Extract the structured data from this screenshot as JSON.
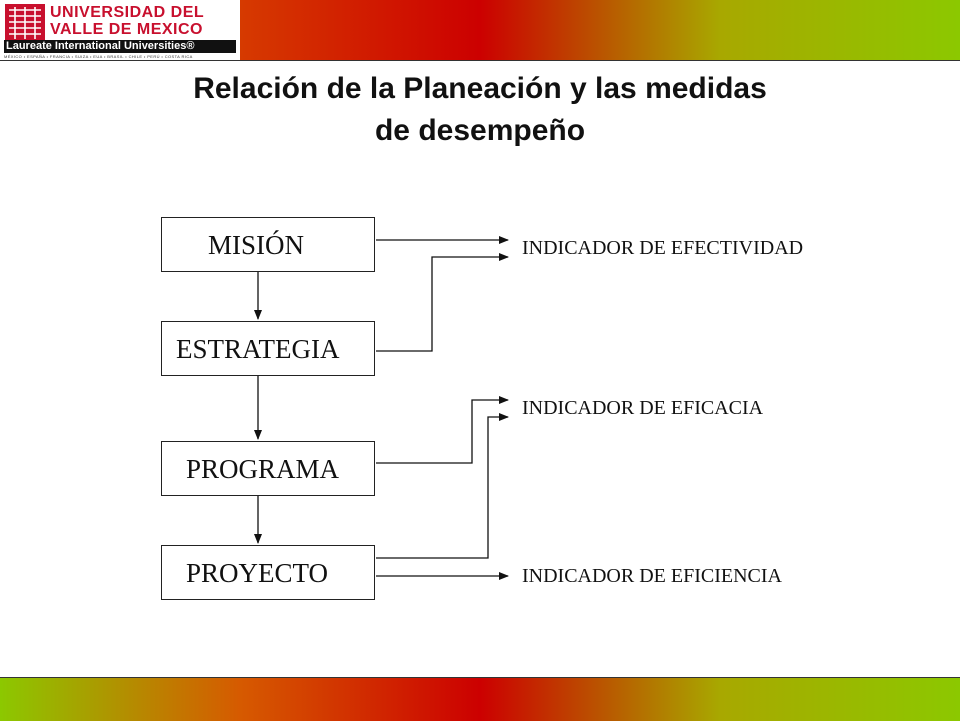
{
  "header": {
    "logo": {
      "line1": "UNIVERSIDAD DEL",
      "line2": "VALLE DE MEXICO",
      "line3": "Laureate International Universities®",
      "line4": "MÉXICO • ESPAÑA • FRANCIA • SUIZA • EUA • BRASIL • CHILE • PERÚ • COSTA RICA"
    },
    "colors": {
      "logo_red": "#c8102e",
      "bar_left": "#e06a00",
      "bar_mid": "#cc0000",
      "bar_right": "#8cc800"
    }
  },
  "slide": {
    "title_line1": "Relación de la Planeación y las medidas",
    "title_line2": "de desempeño"
  },
  "diagram": {
    "nodes": [
      {
        "id": "mision",
        "label": "MISIÓN"
      },
      {
        "id": "estrategia",
        "label": "ESTRATEGIA"
      },
      {
        "id": "programa",
        "label": "PROGRAMA"
      },
      {
        "id": "proyecto",
        "label": "PROYECTO"
      }
    ],
    "indicators": [
      {
        "id": "efectividad",
        "label": "INDICADOR DE EFECTIVIDAD"
      },
      {
        "id": "eficacia",
        "label": "INDICADOR DE EFICACIA"
      },
      {
        "id": "eficiencia",
        "label": "INDICADOR DE EFICIENCIA"
      }
    ],
    "edges": [
      {
        "from": "mision",
        "to": "estrategia"
      },
      {
        "from": "estrategia",
        "to": "programa"
      },
      {
        "from": "programa",
        "to": "proyecto"
      },
      {
        "from": "mision",
        "to": "efectividad"
      },
      {
        "from": "estrategia",
        "to": "efectividad"
      },
      {
        "from": "programa",
        "to": "eficacia"
      },
      {
        "from": "proyecto",
        "to": "eficacia"
      },
      {
        "from": "proyecto",
        "to": "eficiencia"
      }
    ]
  }
}
